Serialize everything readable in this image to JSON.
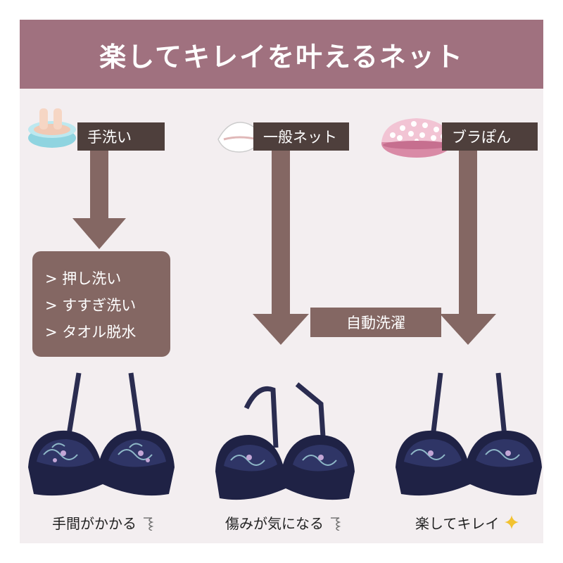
{
  "banner": {
    "title": "楽してキレイを叶えるネット"
  },
  "columns": [
    {
      "label": "手洗い",
      "icon": "hand-wash-basin-icon",
      "caption": "手間がかかる",
      "caption_icon": "squiggle-icon"
    },
    {
      "label": "一般ネット",
      "icon": "laundry-net-icon",
      "caption": "傷みが気になる",
      "caption_icon": "squiggle-icon"
    },
    {
      "label": "ブラぽん",
      "icon": "polka-dot-ball-icon",
      "caption": "楽してキレイ",
      "caption_icon": "sparkle-icon"
    }
  ],
  "hand_wash_steps": [
    "> 押し洗い",
    "> すすぎ洗い",
    "> タオル脱水"
  ],
  "auto_wash": {
    "label": "自動洗濯"
  },
  "colors": {
    "banner": "#a0717f",
    "label_box": "#4e3f3c",
    "arrow": "#846763",
    "panel": "#f3eef0",
    "bra_navy": "#1f2245",
    "embroidery": "#8fb8c8"
  }
}
